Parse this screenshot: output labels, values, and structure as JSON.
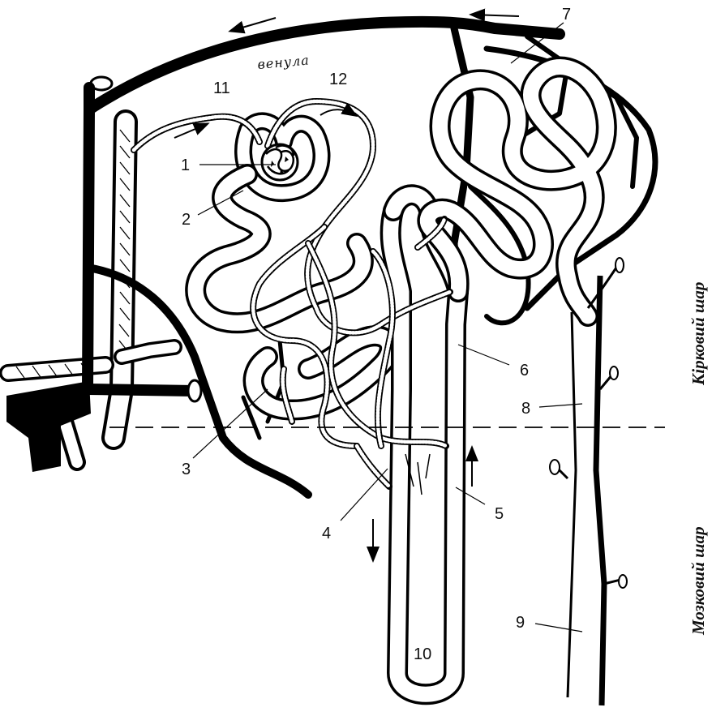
{
  "labels": {
    "n1": "1",
    "n2": "2",
    "n3": "3",
    "n4": "4",
    "n5": "5",
    "n6": "6",
    "n7": "7",
    "n8": "8",
    "n9": "9",
    "n10": "10",
    "n11": "11",
    "n12": "12",
    "venula": "венула"
  },
  "zones": {
    "cortex": "Кірковий шар",
    "medulla": "Мозковий шар"
  },
  "colors": {
    "ink": "#000000",
    "paper": "#ffffff"
  }
}
